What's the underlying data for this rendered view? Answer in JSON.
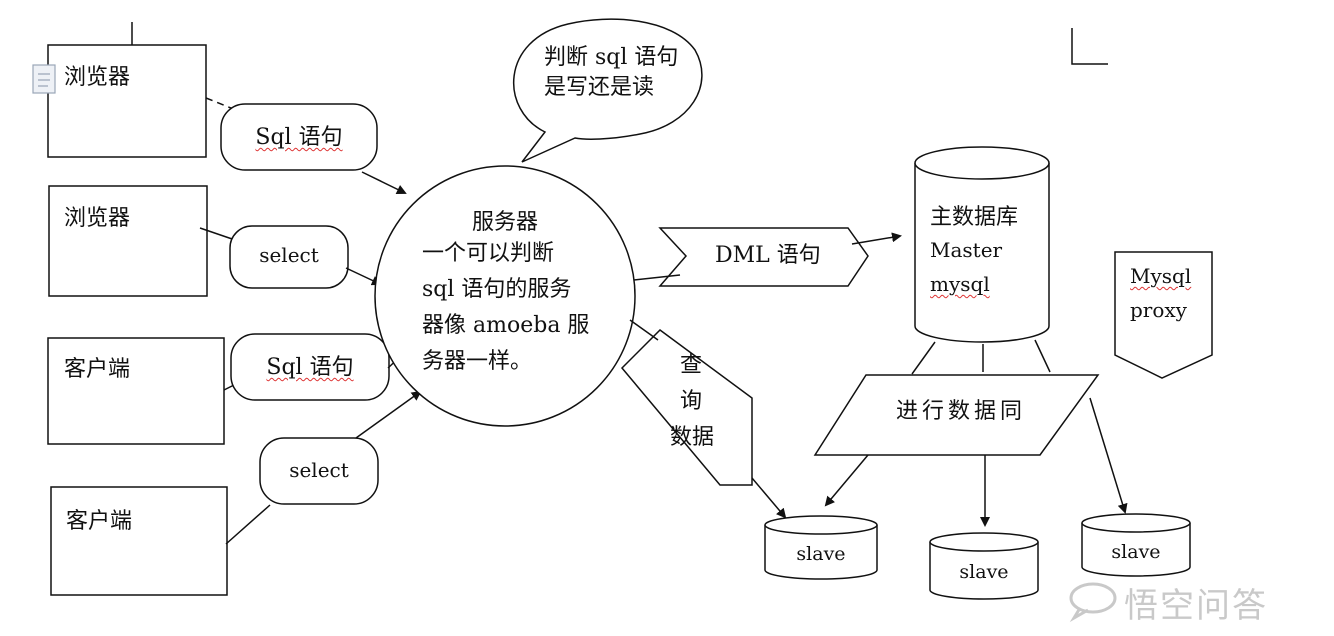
{
  "clients": [
    {
      "label": "浏览器"
    },
    {
      "label": "浏览器"
    },
    {
      "label": "客户端"
    },
    {
      "label": "客户端"
    }
  ],
  "messages": [
    {
      "text": "Sql 语句"
    },
    {
      "text": "select"
    },
    {
      "text": "Sql 语句"
    },
    {
      "text": "select"
    }
  ],
  "bubble": {
    "line1": "判断 sql 语句",
    "line2": "是写还是读"
  },
  "server": {
    "lines": [
      "服务器",
      "一个可以判断",
      "sql 语句的服务",
      "器像 amoeba 服",
      "务器一样。"
    ]
  },
  "dml_label": "DML 语句",
  "query_label": [
    "查",
    "询",
    "数据"
  ],
  "master": {
    "lines": [
      "主数据库",
      "Master",
      "mysql"
    ]
  },
  "proxy": {
    "lines": [
      "Mysql",
      "proxy"
    ]
  },
  "sync_label": "进行数据同",
  "slaves": [
    "slave",
    "slave",
    "slave"
  ],
  "watermark": "悟空问答"
}
